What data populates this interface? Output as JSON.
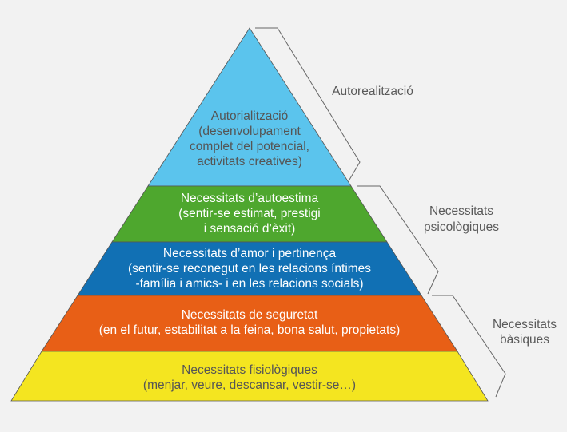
{
  "pyramid": {
    "levels": [
      {
        "title": "Autorialització",
        "lines": [
          "(desenvolupament",
          "complet del potencial,",
          "activitats creatives)"
        ],
        "color": "#5bc4ed",
        "text_color": "#555555"
      },
      {
        "title": "Necessitats d’autoestima",
        "lines": [
          "(sentir-se estimat, prestigi",
          "i sensació d’èxit)"
        ],
        "color": "#4ea72e",
        "text_color": "#ffffff"
      },
      {
        "title": "Necessitats d’amor i pertinença",
        "lines": [
          "(sentir-se reconegut en les relacions íntimes",
          "-família i amics- i en les relacions socials)"
        ],
        "color": "#1170b4",
        "text_color": "#ffffff"
      },
      {
        "title": "Necessitats de seguretat",
        "lines": [
          "(en el futur, estabilitat a la feina, bona salut, propietats)"
        ],
        "color": "#e85f16",
        "text_color": "#ffffff"
      },
      {
        "title": "Necessitats fisiològiques",
        "lines": [
          "(menjar, veure, descansar, vestir-se…)"
        ],
        "color": "#f4e520",
        "text_color": "#555555"
      }
    ]
  },
  "groups": [
    {
      "lines": [
        "Autorealització"
      ]
    },
    {
      "lines": [
        "Necessitats",
        "psicològiques"
      ]
    },
    {
      "lines": [
        "Necessitats",
        "bàsiques"
      ]
    }
  ]
}
